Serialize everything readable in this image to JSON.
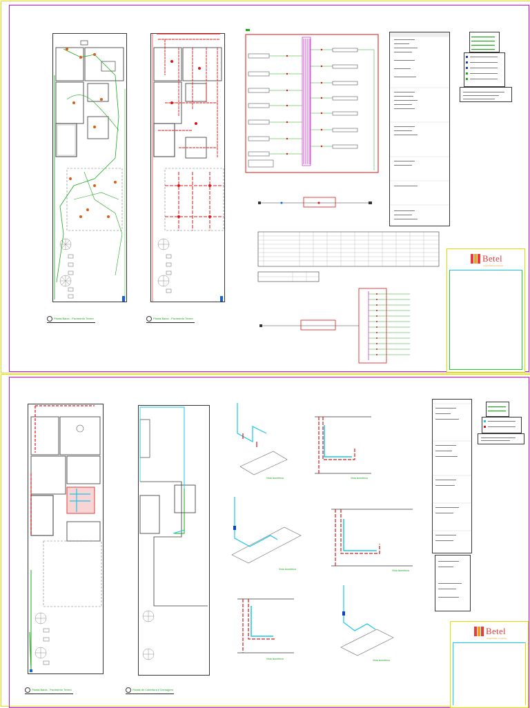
{
  "sheets": {
    "sheet1": {
      "logo_text": "Betel",
      "logo_subtitle": "engenharia e projetos"
    },
    "sheet2": {
      "logo_text": "Betel",
      "logo_subtitle": "engenharia e projetos"
    }
  },
  "captions": {
    "plan1": "Planta Baixa - Pavimento Térreo",
    "plan2": "Planta Baixa - Pavimento Térreo",
    "plan3": "Planta Baixa - Pavimento Térreo",
    "plan4": "Planta de Cobertura e Drenagem"
  },
  "isometric_labels": [
    "Vista Isométrica",
    "Vista Isométrica",
    "Vista Isométrica",
    "Vista Isométrica",
    "Vista Isométrica",
    "Vista Isométrica"
  ],
  "colors": {
    "sheet_border": "#e000e0",
    "outer_frame": "#e5e000",
    "electrical_green": "#18a818",
    "pipe_red": "#e01010",
    "pipe_cyan": "#14c8e8",
    "panel_magenta": "#c000c0",
    "logo_red": "#e83a3a",
    "logo_orange": "#f0a020"
  },
  "icons": [
    "fixture-circle-icon",
    "outlet-icon",
    "tree-icon",
    "logo-blocks-icon"
  ]
}
